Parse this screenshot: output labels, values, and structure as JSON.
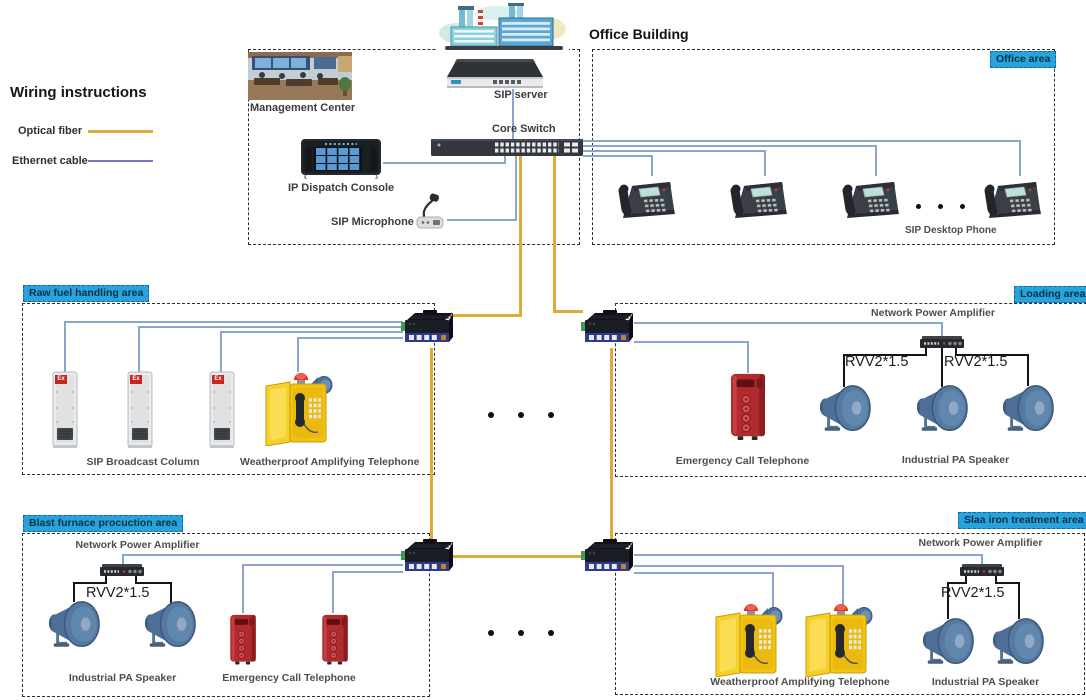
{
  "colors": {
    "optical_fiber": "#DCAC35",
    "ethernet_legend": "#7276C4",
    "ethernet_line": "#8AA6CC",
    "speaker_wire": "#141414",
    "area_tag_bg": "#29A3DC"
  },
  "legend": {
    "title": "Wiring instructions",
    "optical_label": "Optical fiber",
    "ethernet_label": "Ethernet cable"
  },
  "header": {
    "building_label": "Office Building"
  },
  "management_area": {
    "management_center_label": "Management Center",
    "sip_server_label": "SIP server",
    "core_switch_label": "Core Switch",
    "ip_dispatch_console_label": "IP Dispatch Console",
    "sip_microphone_label": "SIP Microphone"
  },
  "office_area": {
    "tag": "Office area",
    "sip_desktop_phone_label": "SIP Desktop Phone"
  },
  "raw_fuel_area": {
    "tag": "Raw fuel handling area",
    "column_badge": "Ex",
    "broadcast_column_label": "SIP Broadcast Column",
    "weatherproof_phone_label": "Weatherproof Amplifying Telephone"
  },
  "loading_area": {
    "tag": "Loading area",
    "amplifier_label": "Network Power Amplifier",
    "rvv_label_1": "RVV2*1.5",
    "rvv_label_2": "RVV2*1.5",
    "emergency_phone_label": "Emergency Call Telephone",
    "pa_speaker_label": "Industrial PA Speaker"
  },
  "blast_furnace_area": {
    "tag": "Blast furnace procuction area",
    "amplifier_label": "Network Power Amplifier",
    "rvv_label": "RVV2*1.5",
    "pa_speaker_label": "Industrial PA Speaker",
    "emergency_phone_label": "Emergency Call Telephone"
  },
  "slag_area": {
    "tag": "Slaa iron treatment area",
    "amplifier_label": "Network Power Amplifier",
    "rvv_label": "RVV2*1.5",
    "weatherproof_phone_label": "Weatherproof Amplifying Telephone",
    "pa_speaker_label": "Industrial PA Speaker"
  }
}
